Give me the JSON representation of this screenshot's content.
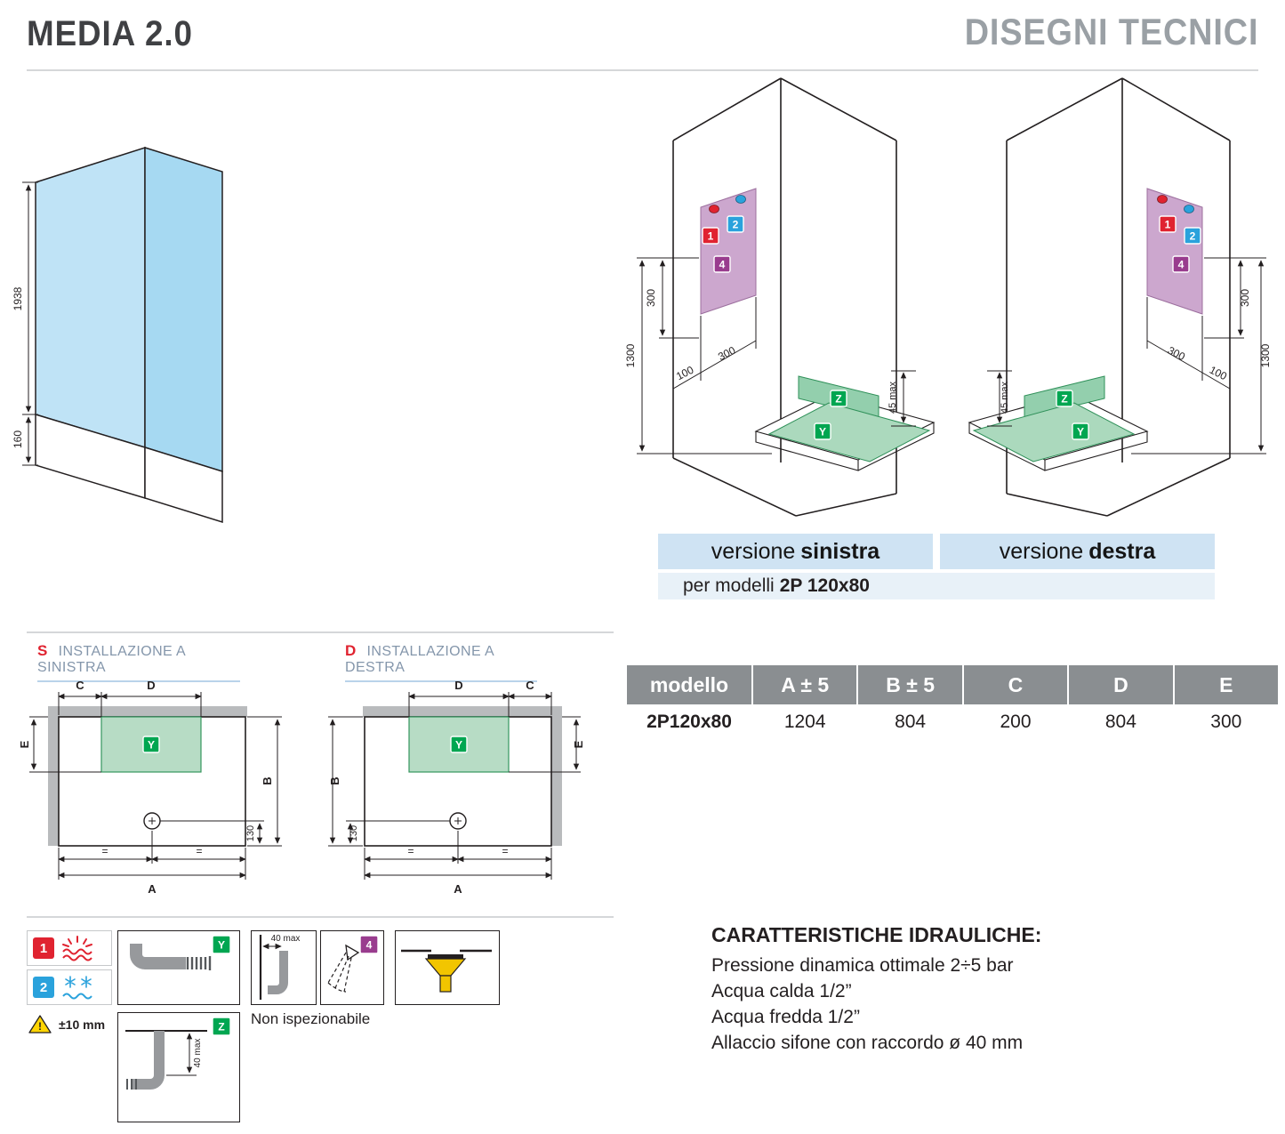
{
  "header": {
    "brand": "MEDIA 2.0",
    "page_title": "DISEGNI TECNICI"
  },
  "glass": {
    "height": "1938",
    "base": "160"
  },
  "iso": {
    "markers": {
      "m1": "1",
      "m2": "2",
      "m4": "4",
      "y": "Y",
      "z": "Z"
    },
    "left": {
      "d1300": "1300",
      "d300v": "300",
      "d100": "100",
      "d300s": "300",
      "d45": "45 max"
    },
    "right": {
      "d1300": "1300",
      "d300v": "300",
      "d100": "100",
      "d300s": "300",
      "d45": "45 max"
    }
  },
  "captions": {
    "left_prefix": "versione",
    "left_bold": "sinistra",
    "right_prefix": "versione",
    "right_bold": "destra",
    "models_prefix": "per modelli",
    "models_bold": "2P 120x80"
  },
  "plans": {
    "left": {
      "tag": "S",
      "title": "INSTALLAZIONE A SINISTRA"
    },
    "right": {
      "tag": "D",
      "title": "INSTALLAZIONE A DESTRA"
    },
    "dims": {
      "A": "A",
      "B": "B",
      "C": "C",
      "D": "D",
      "E": "E",
      "drain_offset": "130",
      "equal": "="
    }
  },
  "table": {
    "headers": [
      "modello",
      "A ± 5",
      "B ± 5",
      "C",
      "D",
      "E"
    ],
    "row": [
      "2P120x80",
      "1204",
      "804",
      "200",
      "804",
      "300"
    ]
  },
  "legend": {
    "hot_marker": "1",
    "cold_marker": "2",
    "tolerance": "±10 mm",
    "y_marker": "Y",
    "z_marker": "Z",
    "z_dim": "40 max",
    "pipe_dim": "40 max",
    "spray_marker": "4",
    "note": "Non ispezionabile"
  },
  "hydraulics": {
    "title": "CARATTERISTICHE IDRAULICHE:",
    "lines": [
      "Pressione dinamica ottimale 2÷5 bar",
      "Acqua calda 1/2”",
      "Acqua fredda 1/2”",
      "Allaccio sifone con raccordo ø 40 mm"
    ]
  }
}
